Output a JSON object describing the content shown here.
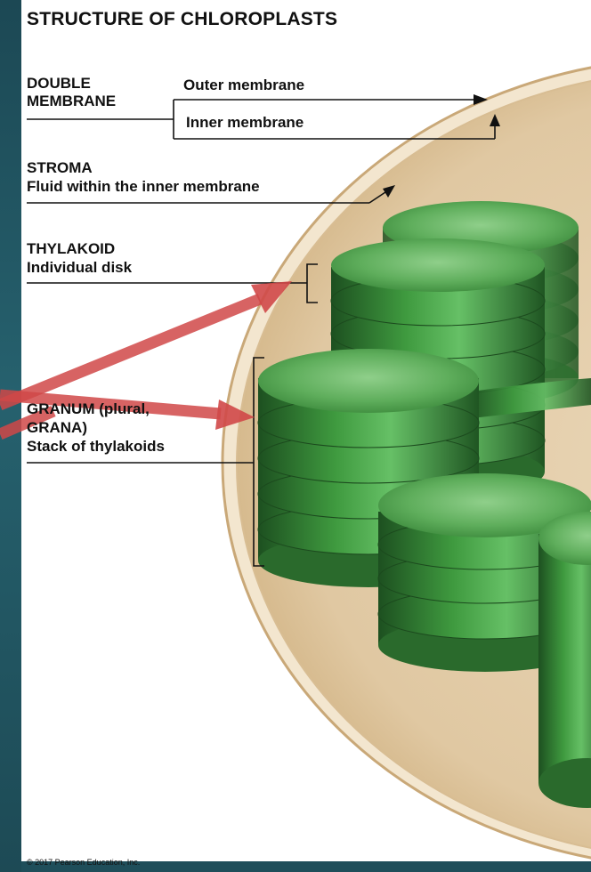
{
  "title": "STRUCTURE OF CHLOROPLASTS",
  "labels": {
    "double_membrane": {
      "heading_line1": "DOUBLE",
      "heading_line2": "MEMBRANE",
      "outer": "Outer membrane",
      "inner": "Inner membrane"
    },
    "stroma": {
      "heading": "STROMA",
      "description": "Fluid within the inner membrane"
    },
    "thylakoid": {
      "heading": "THYLAKOID",
      "description": "Individual disk"
    },
    "granum": {
      "heading_line1": "GRANUM (plural,",
      "heading_line2": "GRANA)",
      "description": "Stack of thylakoids"
    }
  },
  "copyright": "© 2017 Pearson Education, Inc.",
  "colors": {
    "background": "#1f4e5a",
    "panel": "#ffffff",
    "stroma": "#e2ccaa",
    "membrane_rim": "#c9a878",
    "thylakoid_green": "#3f9a3f",
    "thylakoid_dark": "#1f5a22",
    "highlight_arrow": "#d04848"
  }
}
